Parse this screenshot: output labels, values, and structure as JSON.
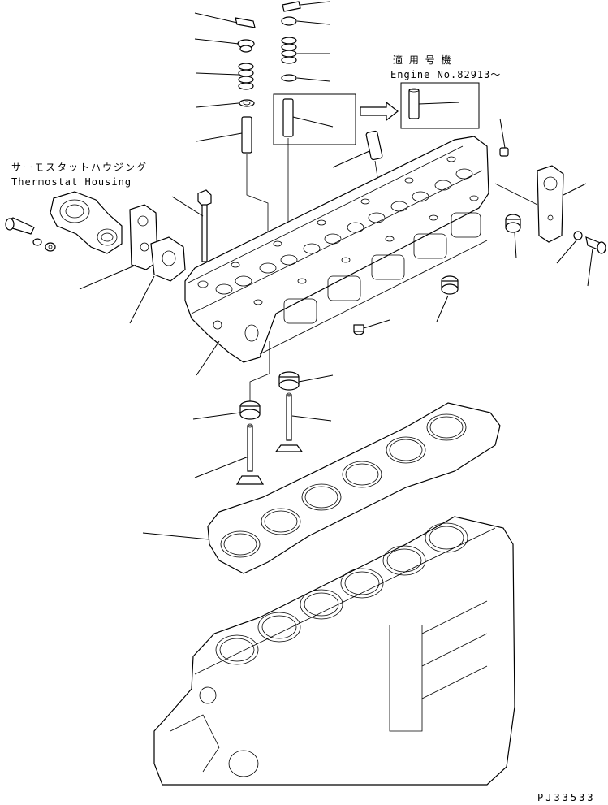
{
  "labels": {
    "thermostat_jp": "サーモスタットハウジング",
    "thermostat_en": "Thermostat Housing",
    "applicable_jp": "適 用 号 機",
    "engine_no": "Engine No.82913〜",
    "drawing_code": "PJ33533"
  }
}
